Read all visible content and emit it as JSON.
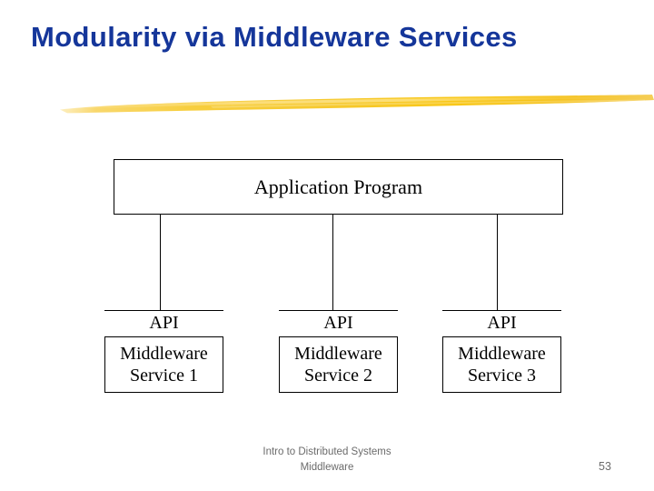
{
  "slide": {
    "title": "Modularity via Middleware Services",
    "title_color": "#15369A",
    "accent_color": "#F2C021",
    "background_color": "#FFFFFF",
    "line_color": "#000000"
  },
  "diagram": {
    "type": "block-diagram",
    "application": {
      "label": "Application Program"
    },
    "connector_count": 3,
    "services": [
      {
        "api_label": "API",
        "label": "Middleware\nService 1"
      },
      {
        "api_label": "API",
        "label": "Middleware\nService 2"
      },
      {
        "api_label": "API",
        "label": "Middleware\nService 3"
      }
    ]
  },
  "footer": {
    "text": "Intro to Distributed Systems\nMiddleware",
    "page_number": "53"
  }
}
